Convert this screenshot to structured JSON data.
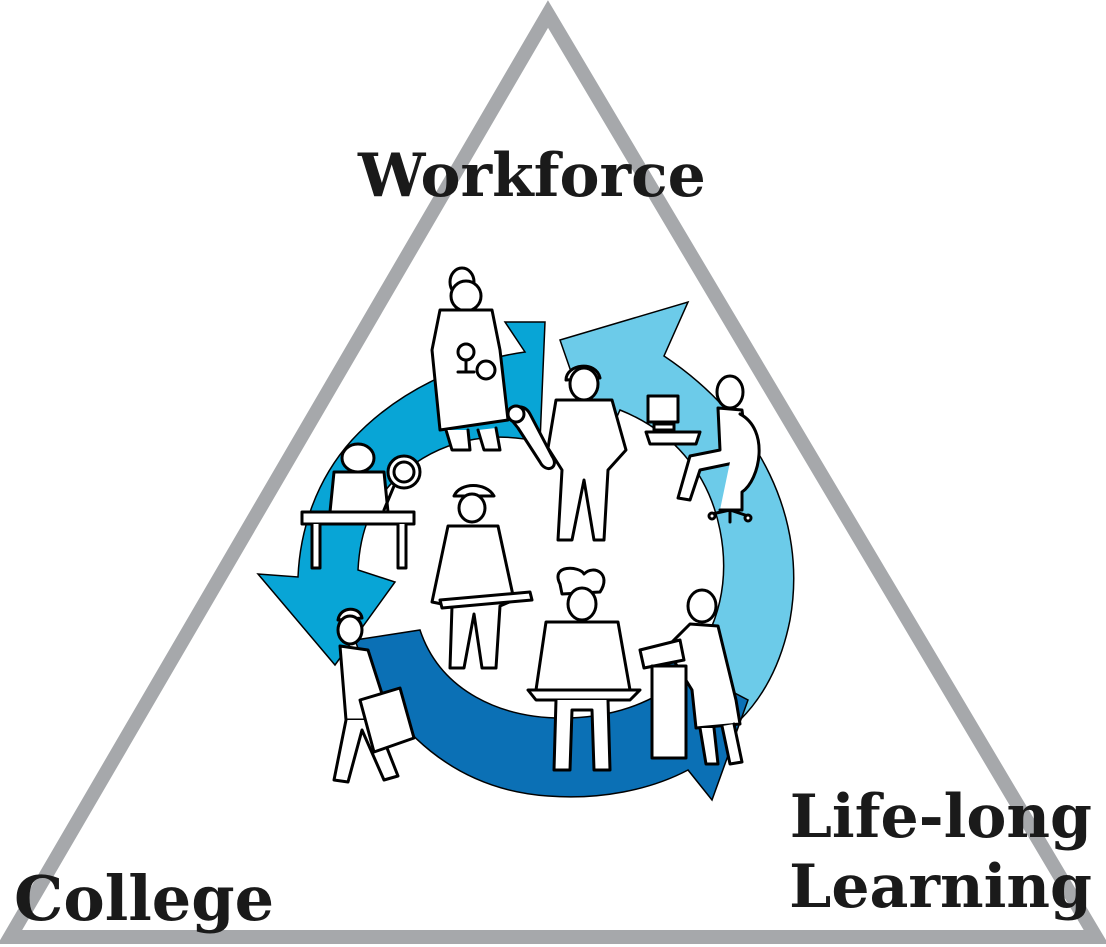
{
  "diagram": {
    "type": "triangle-cycle",
    "vertices": {
      "top": "Workforce",
      "bottom_left": "College",
      "bottom_right": "Life-long\nLearning"
    },
    "cycle_colors": {
      "light": "#6ccbe9",
      "medium": "#08a5d6",
      "dark": "#0b70b5"
    },
    "triangle_color": "#a6a8ab",
    "figures": [
      "scientist-icon",
      "mechanic-icon",
      "computer-worker-icon",
      "office-worker-icon",
      "firefighter-icon",
      "chef-icon",
      "teacher-icon",
      "student-icon"
    ]
  }
}
